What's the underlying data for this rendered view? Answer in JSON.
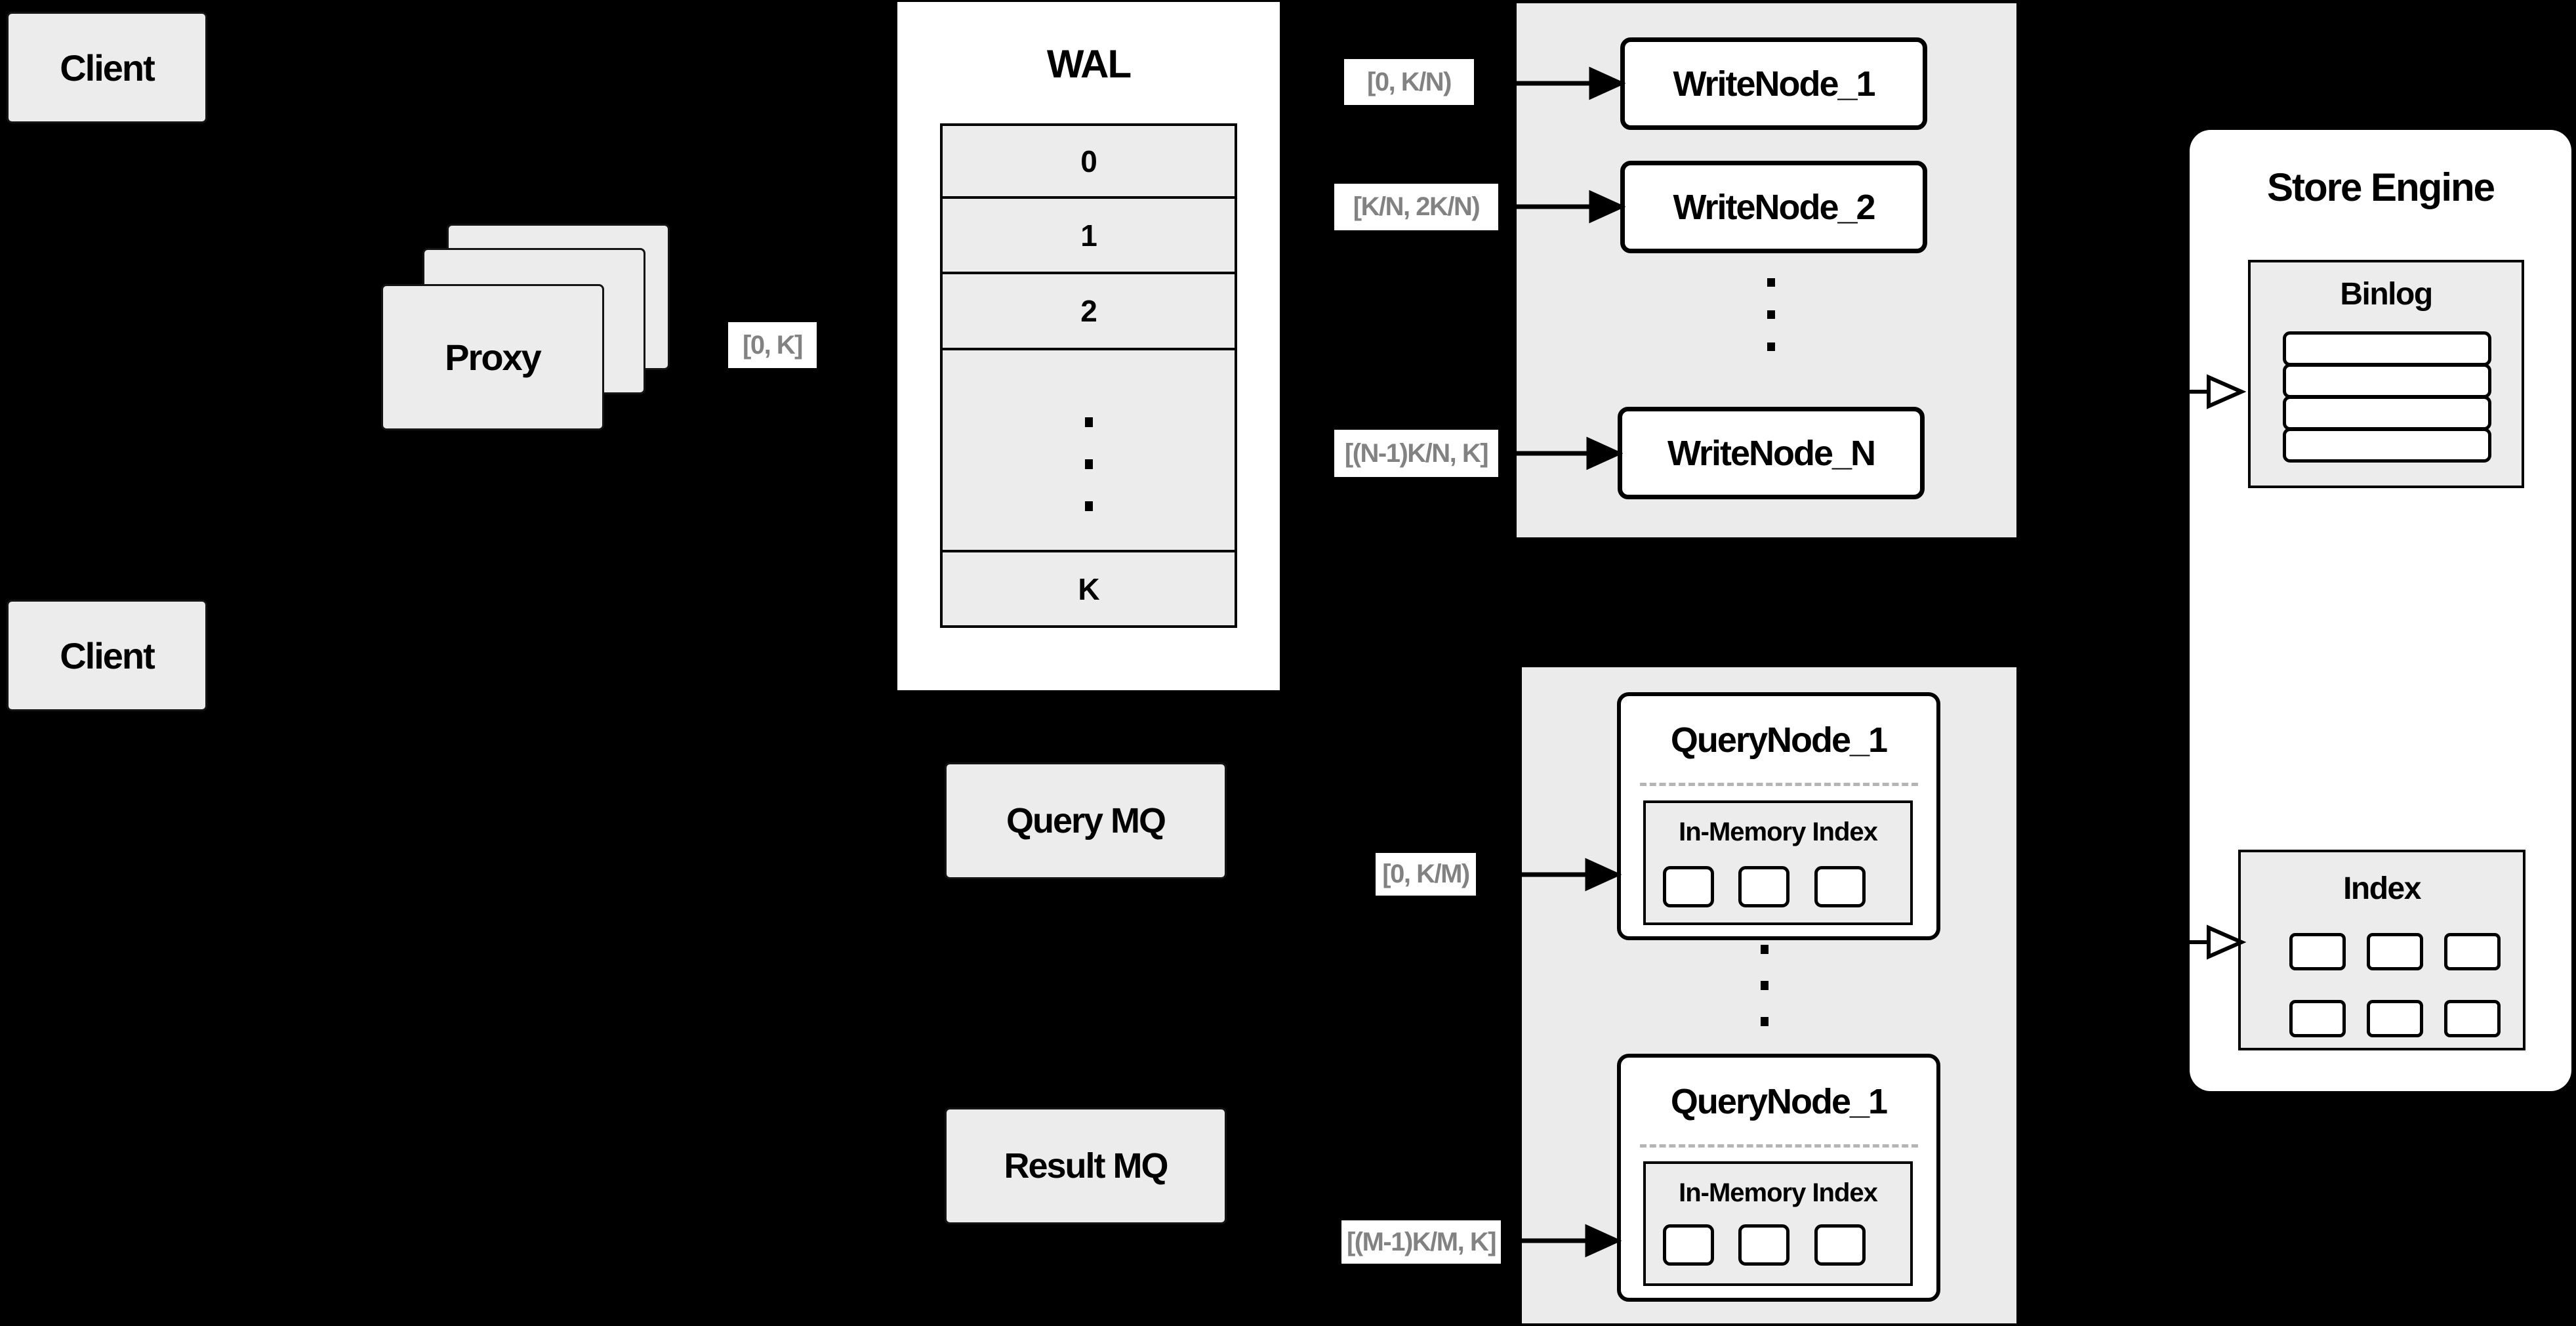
{
  "clients": {
    "top_label": "Client",
    "bottom_label": "Client"
  },
  "proxy": {
    "label": "Proxy"
  },
  "wal": {
    "title": "WAL",
    "rows": [
      "0",
      "1",
      "2"
    ],
    "last_row": "K"
  },
  "flow_labels": {
    "proxy_to_wal": "[0, K]",
    "to_writenode_1": "[0, K/N)",
    "to_writenode_2": "[K/N, 2K/N)",
    "to_writenode_n": "[(N-1)K/N, K]",
    "to_querynode_1": "[0, K/M)",
    "to_querynode_m": "[(M-1)K/M, K]"
  },
  "write_nodes": {
    "node1": "WriteNode_1",
    "node2": "WriteNode_2",
    "nodeN": "WriteNode_N"
  },
  "store_engine": {
    "title": "Store Engine",
    "binlog_title": "Binlog",
    "index_title": "Index"
  },
  "mq": {
    "query_label": "Query MQ",
    "result_label": "Result MQ"
  },
  "query_nodes": {
    "top": {
      "title": "QueryNode_1",
      "index_title": "In-Memory Index"
    },
    "bottom": {
      "title": "QueryNode_1",
      "index_title": "In-Memory Index"
    }
  },
  "colors": {
    "background": "#000000",
    "panel_gray": "#ebebeb",
    "box_gray": "#ececec",
    "node_white": "#ffffff",
    "border_black": "#000000",
    "range_label_text": "#828282"
  }
}
